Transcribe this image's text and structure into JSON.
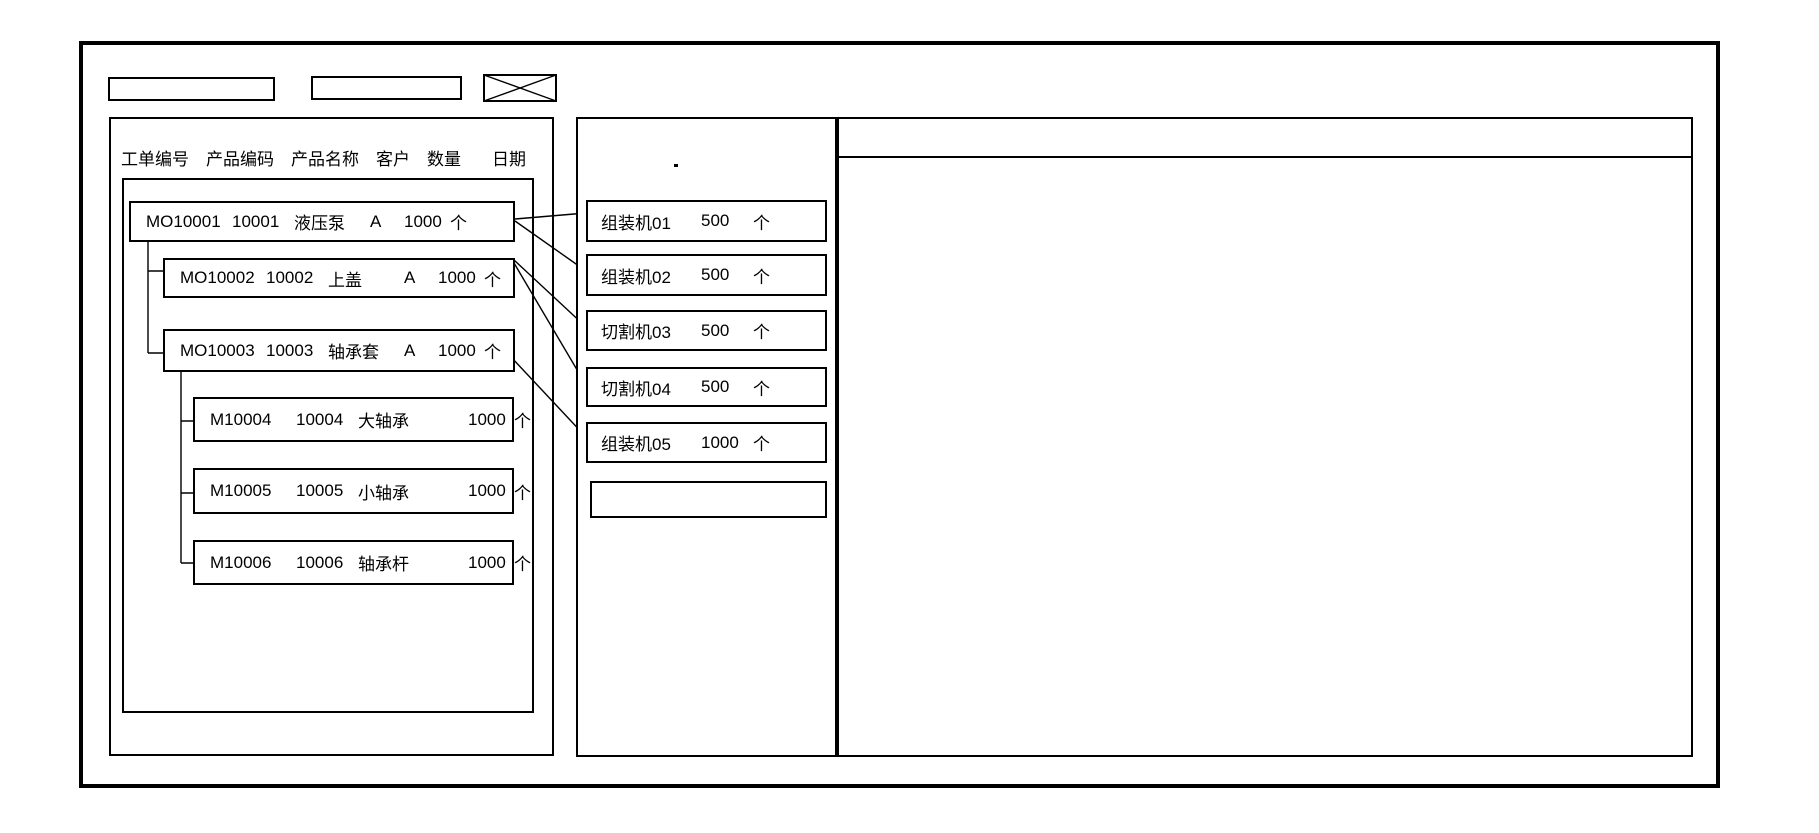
{
  "toolbar": {
    "input1_value": "",
    "input2_value": "",
    "close_icon": "x-crossed-box"
  },
  "orders_panel": {
    "columns": [
      "工单编号",
      "产品编码",
      "产品名称",
      "客户",
      "数量",
      "日期"
    ],
    "rows": [
      {
        "order_no": "MO10001",
        "product_code": "10001",
        "product_name": "液压泵",
        "customer": "A",
        "qty": "1000",
        "unit": "个",
        "level": 0
      },
      {
        "order_no": "MO10002",
        "product_code": "10002",
        "product_name": "上盖",
        "customer": "A",
        "qty": "1000",
        "unit": "个",
        "level": 1
      },
      {
        "order_no": "MO10003",
        "product_code": "10003",
        "product_name": "轴承套",
        "customer": "A",
        "qty": "1000",
        "unit": "个",
        "level": 1
      },
      {
        "order_no": "M10004",
        "product_code": "10004",
        "product_name": "大轴承",
        "customer": "",
        "qty": "1000",
        "unit": "个",
        "level": 2
      },
      {
        "order_no": "M10005",
        "product_code": "10005",
        "product_name": "小轴承",
        "customer": "",
        "qty": "1000",
        "unit": "个",
        "level": 2
      },
      {
        "order_no": "M10006",
        "product_code": "10006",
        "product_name": "轴承杆",
        "customer": "",
        "qty": "1000",
        "unit": "个",
        "level": 2
      }
    ]
  },
  "workcenters_panel": {
    "stray_mark": ".",
    "items": [
      {
        "name": "组装机01",
        "qty": "500",
        "unit": "个"
      },
      {
        "name": "组装机02",
        "qty": "500",
        "unit": "个"
      },
      {
        "name": "切割机03",
        "qty": "500",
        "unit": "个"
      },
      {
        "name": "切割机04",
        "qty": "500",
        "unit": "个"
      },
      {
        "name": "组装机05",
        "qty": "1000",
        "unit": "个"
      },
      {
        "name": "",
        "qty": "",
        "unit": ""
      }
    ]
  },
  "schedule_panel": {
    "content": ""
  },
  "colors": {
    "stroke": "#000000",
    "background": "#ffffff"
  }
}
